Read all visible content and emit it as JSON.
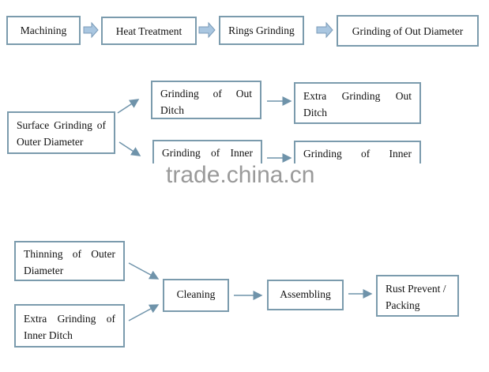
{
  "row1": [
    "Machining",
    "Heat Treatment",
    "Rings Grinding",
    "Grinding of Out Diameter"
  ],
  "row2": {
    "source": "Surface Grinding of Outer Diameter",
    "upper": [
      "Grinding of Out Ditch",
      "Extra Grinding Out Ditch"
    ],
    "lower": [
      "Grinding of Inner",
      "Grinding of Inner"
    ]
  },
  "row3": {
    "inputs": [
      "Thinning of Outer Diameter",
      "Extra Grinding of Inner Ditch"
    ],
    "chain": [
      "Cleaning",
      "Assembling",
      "Rust Prevent / Packing"
    ]
  },
  "watermark": "trade.china.cn",
  "colors": {
    "border": "#7b9bad",
    "arrow": "#6f93aa",
    "block_arrow": "#9fbfdc"
  }
}
